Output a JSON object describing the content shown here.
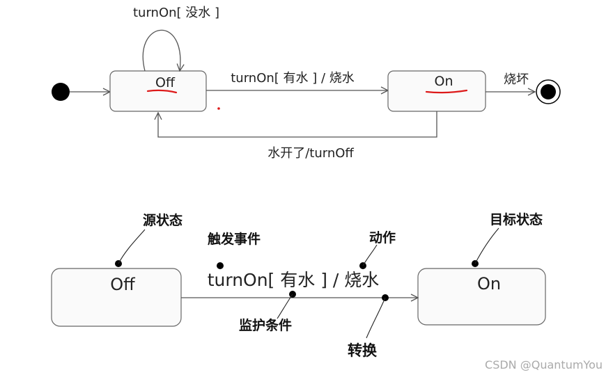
{
  "top_diagram": {
    "state_off": "Off",
    "state_on": "On",
    "self_loop_label": "turnOn[ 没水 ]",
    "transition_off_on": "turnOn[ 有水 ] / 烧水",
    "transition_on_off": "水开了/turnOff",
    "transition_final": "烧坏"
  },
  "bottom_diagram": {
    "state_off": "Off",
    "state_on": "On",
    "transition_label": "turnOn[ 有水 ] / 烧水",
    "notes": {
      "source_state": "源状态",
      "trigger_event": "触发事件",
      "action": "动作",
      "target_state": "目标状态",
      "guard_condition": "监护条件",
      "transition": "转换"
    }
  },
  "watermark": "CSDN @QuantumYou",
  "colors": {
    "annotation_red": "#dd1a1a"
  }
}
